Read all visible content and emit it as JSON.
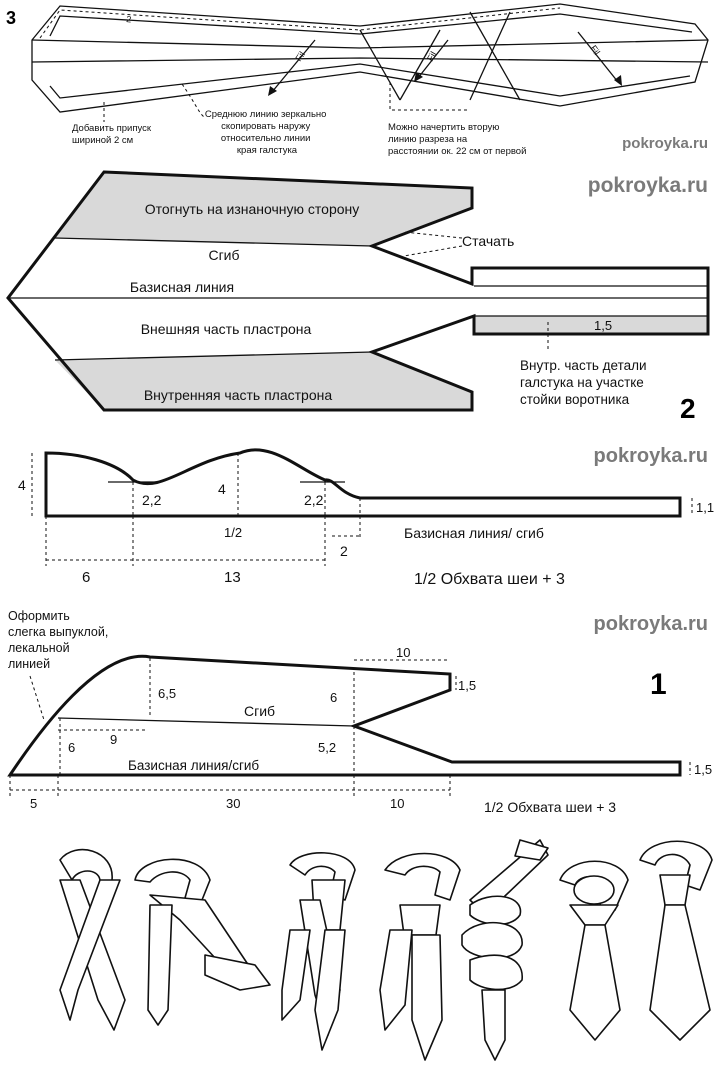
{
  "watermark": "pokroyka.ru",
  "section3": {
    "number": "3",
    "labels": {
      "fold_mark": "2",
      "fil": "Fil",
      "allowance": [
        "Добавить припуск",
        "шириной 2 см"
      ],
      "mirror": [
        "Среднюю линию зеркально",
        "скопировать наружу",
        "относительно линии",
        "края галстука"
      ],
      "second_cut": [
        "Можно начертить вторую",
        "линию разреза на",
        "расстоянии ок. 22 см от первой"
      ]
    }
  },
  "section2": {
    "number": "2",
    "labels": {
      "fold_back": "Отогнуть на изнаночную сторону",
      "fold": "Сгиб",
      "stitch": "Стачать",
      "base_line": "Базисная линия",
      "outer": "Внешняя часть пластрона",
      "inner": "Внутренняя часть пластрона",
      "collar_value": "1,5",
      "collar_note": [
        "Внутр. часть детали",
        "галстука на участке",
        "стойки воротника"
      ]
    }
  },
  "section_neckband": {
    "dims": {
      "h_left": "4",
      "valley1": "2,2",
      "peak": "4",
      "valley2": "2,2",
      "half": "1/2",
      "right_h": "1,1",
      "gap": "2",
      "w1": "6",
      "w2": "13",
      "w3": "1/2 Обхвата шеи + 3"
    },
    "base_label": "Базисная линия/ сгиб"
  },
  "section1": {
    "number": "1",
    "note": [
      "Оформить",
      "слегка выпуклой,",
      "лекальной",
      "линией"
    ],
    "fold": "Сгиб",
    "base_label": "Базисная линия/сгиб",
    "dims": {
      "d10_top": "10",
      "d15_tip": "1,5",
      "d65": "6,5",
      "d6_mid": "6",
      "d9": "9",
      "d6_left": "6",
      "d52": "5,2",
      "d15_right": "1,5",
      "w5": "5",
      "w30": "30",
      "w10": "10",
      "w_neck": "1/2 Обхвата шеи + 3"
    }
  }
}
